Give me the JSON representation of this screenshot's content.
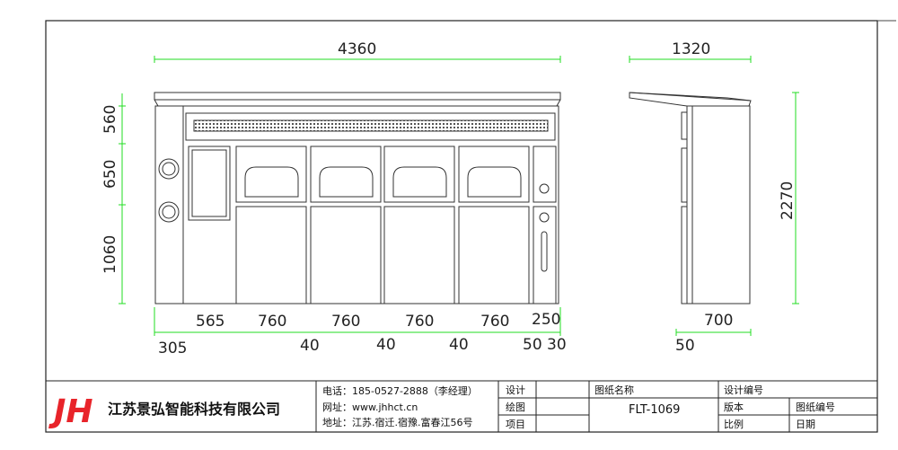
{
  "front_view": {
    "overall_width": "4360",
    "heights": [
      "560",
      "650",
      "1060"
    ],
    "bottom_widths": [
      "565",
      "760",
      "760",
      "760",
      "760",
      "250"
    ],
    "bottom_gaps": [
      "305",
      "40",
      "40",
      "40",
      "50",
      "30"
    ]
  },
  "side_view": {
    "top_width": "1320",
    "total_height": "2270",
    "base_width": "700",
    "offset": "50"
  },
  "title_block": {
    "logo": "JH",
    "company": "江苏景弘智能科技有限公司",
    "phone": "电话：185-0527-2888（李经理）",
    "website": "网址：www.jhhct.cn",
    "address": "地址：江苏.宿迁.宿豫.富春江56号",
    "design_label": "设计",
    "draw_label": "绘图",
    "project_label": "项目",
    "drawing_name_label": "图纸名称",
    "drawing_name": "FLT-1069",
    "design_no_label": "设计编号",
    "version_label": "版本",
    "drawing_no_label": "图纸编号",
    "scale_label": "比例",
    "date_label": "日期"
  },
  "colors": {
    "dimension": "#22dd22",
    "outline": "#333333",
    "logo": "#e8242a"
  }
}
